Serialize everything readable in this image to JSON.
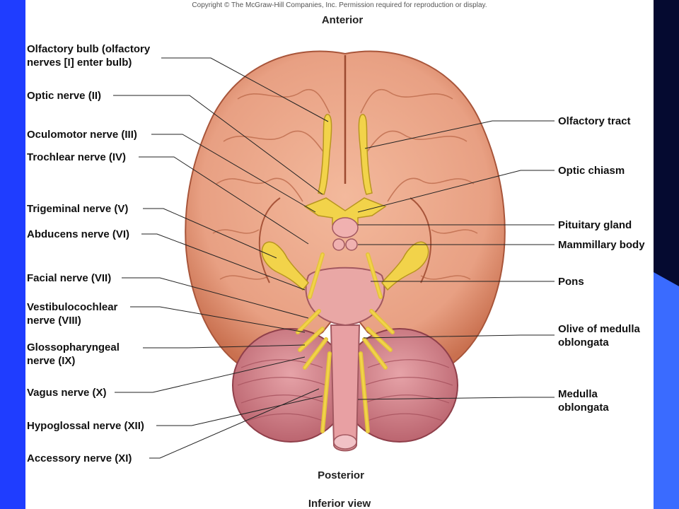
{
  "copyright": "Copyright © The McGraw-Hill Companies, Inc. Permission required for reproduction or display.",
  "orientation": {
    "top": "Anterior",
    "bottom": "Posterior",
    "view": "Inferior view"
  },
  "left_labels": [
    "Olfactory bulb (olfactory nerves [I] enter bulb)",
    "Optic nerve (II)",
    "Oculomotor nerve (III)",
    "Trochlear nerve (IV)",
    "Trigeminal nerve (V)",
    "Abducens nerve (VI)",
    "Facial nerve (VII)",
    "Vestibulocochlear nerve (VIII)",
    "Glossopharyngeal nerve (IX)",
    "Vagus nerve (X)",
    "Hypoglossal nerve (XII)",
    "Accessory nerve (XI)"
  ],
  "right_labels": [
    "Olfactory tract",
    "Optic chiasm",
    "Pituitary gland",
    "Mammillary body",
    "Pons",
    "Olive of medulla oblongata",
    "Medulla oblongata"
  ],
  "colors": {
    "cerebrum": "#e9a487",
    "cerebellum": "#d9868f",
    "nerve": "#f2d34a",
    "slide_blue": "#1f3dff",
    "slide_dark": "#050a30"
  }
}
